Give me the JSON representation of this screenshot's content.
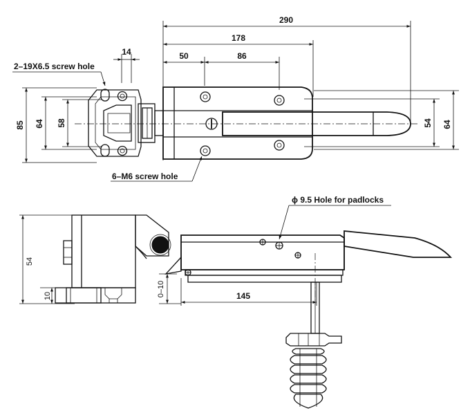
{
  "top_view": {
    "dims": {
      "d290": "290",
      "d178": "178",
      "d50": "50",
      "d86": "86",
      "d14": "14",
      "d85": "85",
      "d64_left": "64",
      "d58": "58",
      "d54_right": "54",
      "d64_right": "64"
    },
    "callouts": {
      "screw_hole_top": "2–19X6.5 screw hole",
      "screw_hole_bottom": "6–M6 screw hole"
    }
  },
  "side_view": {
    "dims": {
      "d54": "54",
      "d10": "10",
      "d0_10": "0–10",
      "d145": "145"
    },
    "callouts": {
      "padlock_hole": "ϕ 9.5 Hole for padlocks"
    }
  }
}
